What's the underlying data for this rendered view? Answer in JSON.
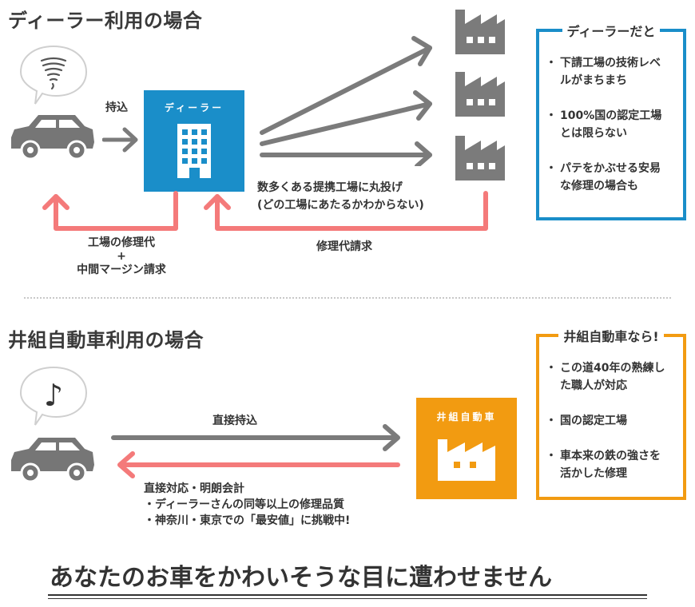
{
  "colors": {
    "blue": "#1a8ec9",
    "orange": "#f29b11",
    "gray": "#7b7b7b",
    "salmon": "#f47a7a"
  },
  "dealer": {
    "heading": "ディーラー利用の場合",
    "bring_in": "持込",
    "building_label": "ディーラー",
    "outsourcing_line1": "数多くある提携工場に丸投げ",
    "outsourcing_line2": "(どの工場にあたるかわからない)",
    "repair_fee_claim": "修理代請求",
    "margin_line1": "工場の修理代",
    "margin_line2": "+",
    "margin_line3": "中間マージン請求",
    "icons": [
      "car-icon",
      "tornado-icon",
      "building-icon",
      "factory-icon"
    ],
    "box": {
      "title": "ディーラーだと",
      "items": [
        {
          "l1": "下請工場の技術レベ",
          "l2": "ルがまちまち"
        },
        {
          "l1": "100%国の認定工場",
          "l2": "とは限らない"
        },
        {
          "l1": "パテをかぶせる安易",
          "l2": "な修理の場合も"
        }
      ]
    }
  },
  "izumi": {
    "heading": "井組自動車利用の場合",
    "direct_bring_in": "直接持込",
    "factory_label": "井組自動車",
    "response_line1": "直接対応・明朗会計",
    "response_line2": "・ディーラーさんの同等以上の修理品質",
    "response_line3": "・神奈川・東京での「最安値」に挑戦中!",
    "icons": [
      "car-icon",
      "music-note-icon",
      "factory-icon"
    ],
    "box": {
      "title": "井組自動車なら!",
      "items": [
        {
          "l1": "この道40年の熟練し",
          "l2": "た職人が対応"
        },
        {
          "l1": "国の認定工場",
          "l2": ""
        },
        {
          "l1": "車本来の鉄の強さを",
          "l2": "活かした修理"
        }
      ]
    }
  },
  "slogan": "あなたのお車をかわいそうな目に遭わせません"
}
